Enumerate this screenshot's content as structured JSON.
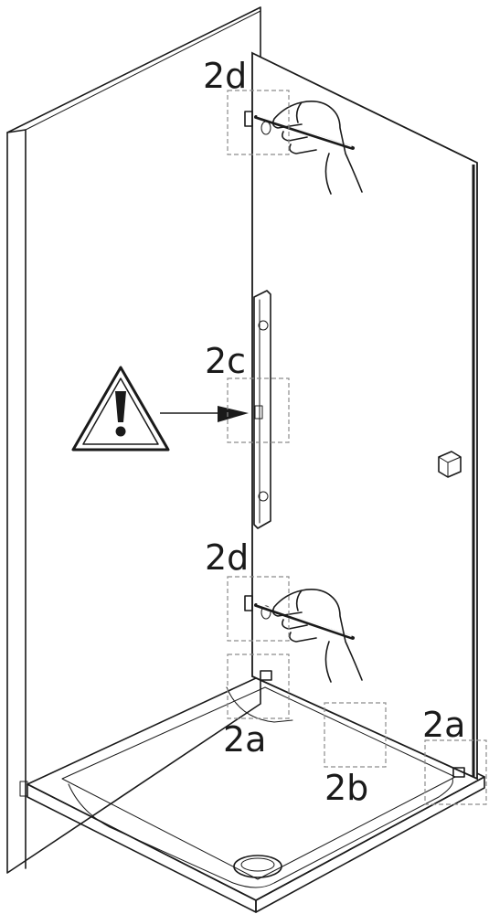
{
  "callouts": {
    "top_left_2d": "2d",
    "middle_2c": "2c",
    "lower_2d": "2d",
    "left_2a": "2a",
    "right_2a": "2a",
    "center_2b": "2b"
  },
  "icons": {
    "warning": "warning-triangle-icon",
    "arrow": "arrow-right-icon",
    "hand_pencil": "hand-with-pencil-icon"
  },
  "colors": {
    "line": "#1a1a1a",
    "dashed_box": "#8c8c8c",
    "background": "#ffffff"
  }
}
